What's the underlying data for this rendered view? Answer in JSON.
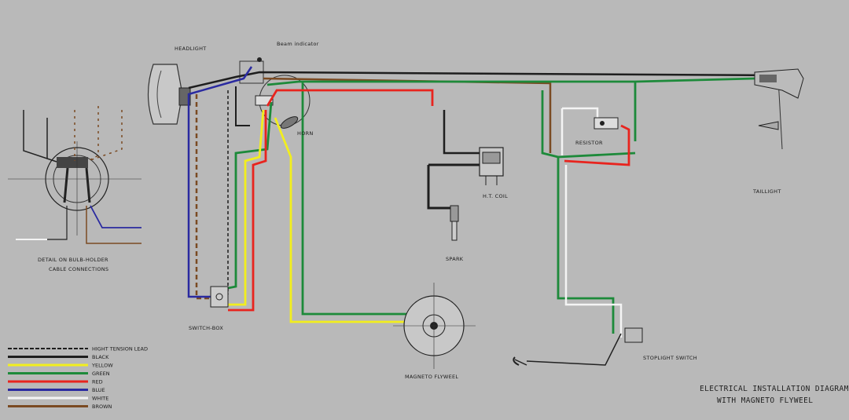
{
  "diagram": {
    "title_line1": "ELECTRICAL INSTALLATION DIAGRAM",
    "title_line2": "WITH MAGNETO FLYWEEL",
    "labels": {
      "headlight": "HEADLIGHT",
      "beam_indicator": "Beam indicator",
      "horn": "HORN",
      "ht_coil": "H.T. COIL",
      "spark": "SPARK",
      "resistor": "RESISTOR",
      "taillight": "TAILLIGHT",
      "switch_box": "SWITCH-BOX",
      "magneto": "MAGNETO FLYWEEL",
      "stoplight_switch": "STOPLIGHT SWITCH",
      "detail_line1": "DETAIL ON BULB-HOLDER",
      "detail_line2": "CABLE CONNECTIONS"
    },
    "legend": [
      {
        "label": "HIGHT TENSION LEAD",
        "color": "#1e1e1e"
      },
      {
        "label": "BLACK",
        "color": "#1e1e1e"
      },
      {
        "label": "YELLOW",
        "color": "#f2ee1e"
      },
      {
        "label": "GREEN",
        "color": "#1d8a3a"
      },
      {
        "label": "RED",
        "color": "#e8241e"
      },
      {
        "label": "BLUE",
        "color": "#2a2aa0"
      },
      {
        "label": "WHITE",
        "color": "#f4f4f4"
      },
      {
        "label": "BROWN",
        "color": "#7a4a22"
      }
    ]
  }
}
